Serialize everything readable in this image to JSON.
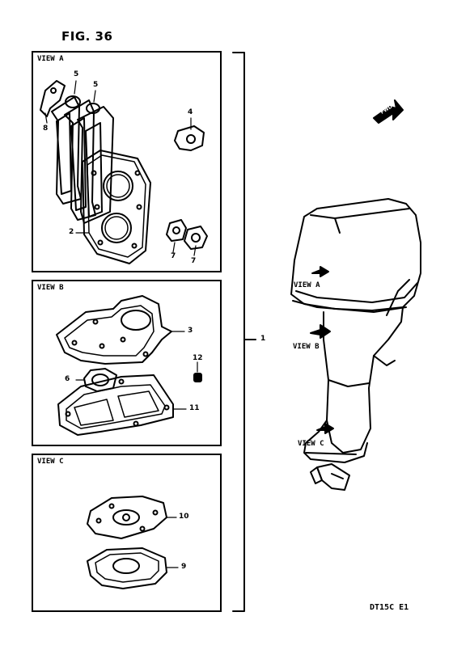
{
  "figure_title": "FIG. 36",
  "panels": {
    "view_a": {
      "label": "VIEW A"
    },
    "view_b": {
      "label": "VIEW B"
    },
    "view_c": {
      "label": "VIEW C"
    }
  },
  "callouts": {
    "p1": "1",
    "p2": "2",
    "p3": "3",
    "p4": "4",
    "p5a": "5",
    "p5b": "5",
    "p6": "6",
    "p7a": "7",
    "p7b": "7",
    "p8": "8",
    "p9": "9",
    "p10": "10",
    "p11": "11",
    "p12": "12"
  },
  "engine_views": {
    "a": "VIEW A",
    "b": "VIEW B",
    "c": "VIEW C"
  },
  "fwd_label": "FWD",
  "model_code": "DT15C E1"
}
